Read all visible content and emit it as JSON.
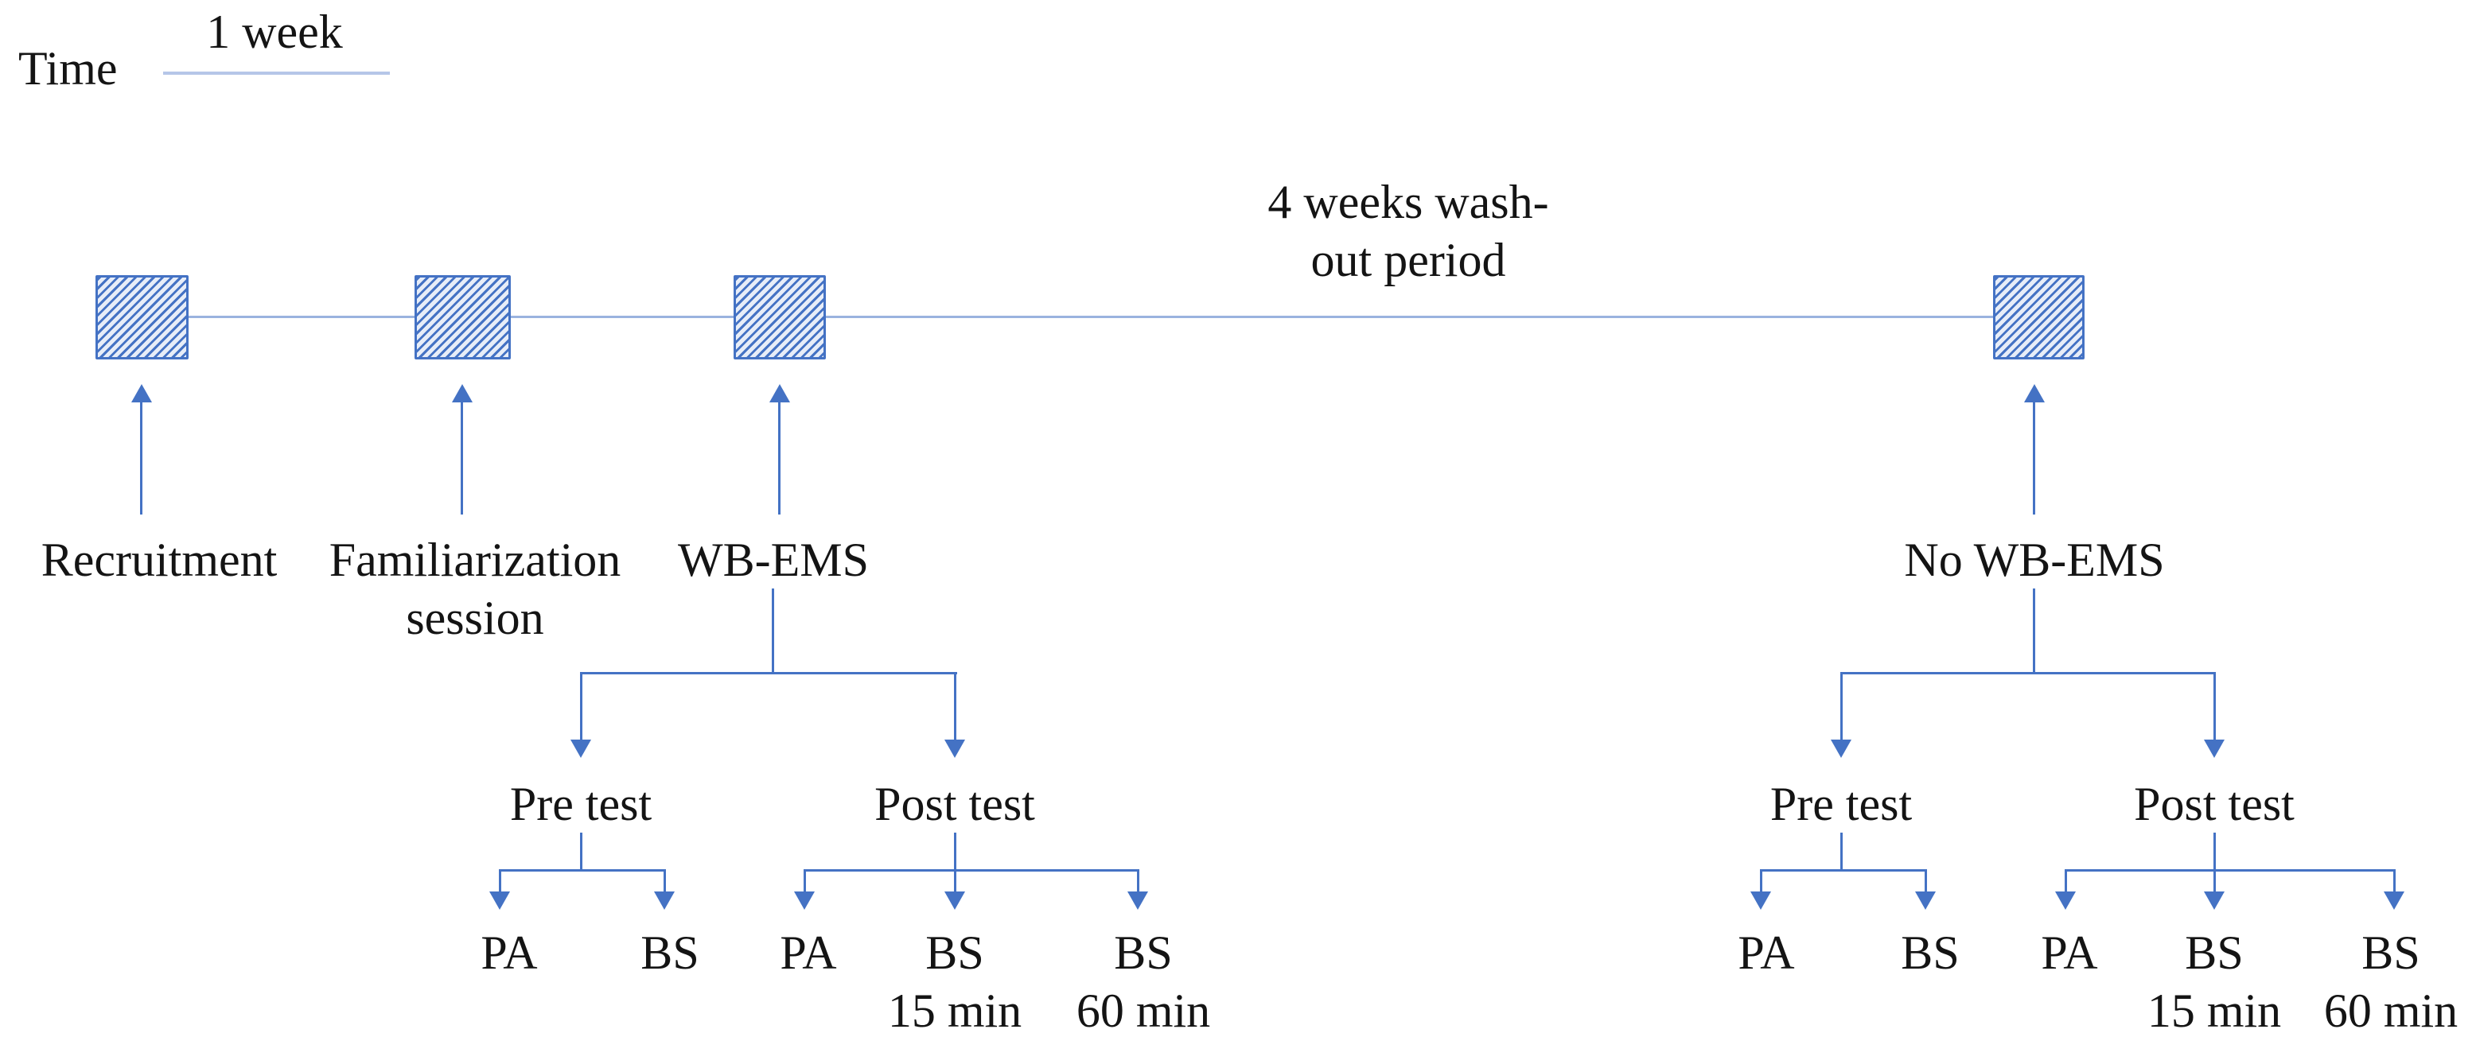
{
  "figure": {
    "time_label": "Time",
    "scale_label": "1 week",
    "washout_line1": "4 weeks wash-",
    "washout_line2": "out period"
  },
  "events": {
    "recruitment": "Recruitment",
    "familiarization_line1": "Familiarization",
    "familiarization_line2": "session"
  },
  "colors": {
    "accent": "#4472C4",
    "timeline_line": "#9AB3DF",
    "scale_line": "#B5C6E8",
    "text": "#141414"
  },
  "groups": [
    {
      "condition": "WB-EMS",
      "branches": [
        {
          "label": "Pre test",
          "leaves": [
            [
              "PA"
            ],
            [
              "BS"
            ]
          ]
        },
        {
          "label": "Post test",
          "leaves": [
            [
              "PA"
            ],
            [
              "BS",
              "15 min"
            ],
            [
              "BS",
              "60 min"
            ]
          ]
        }
      ]
    },
    {
      "condition": "No WB-EMS",
      "branches": [
        {
          "label": "Pre test",
          "leaves": [
            [
              "PA"
            ],
            [
              "BS"
            ]
          ]
        },
        {
          "label": "Post test",
          "leaves": [
            [
              "PA"
            ],
            [
              "BS",
              "15 min"
            ],
            [
              "BS",
              "60 min"
            ]
          ]
        }
      ]
    }
  ]
}
